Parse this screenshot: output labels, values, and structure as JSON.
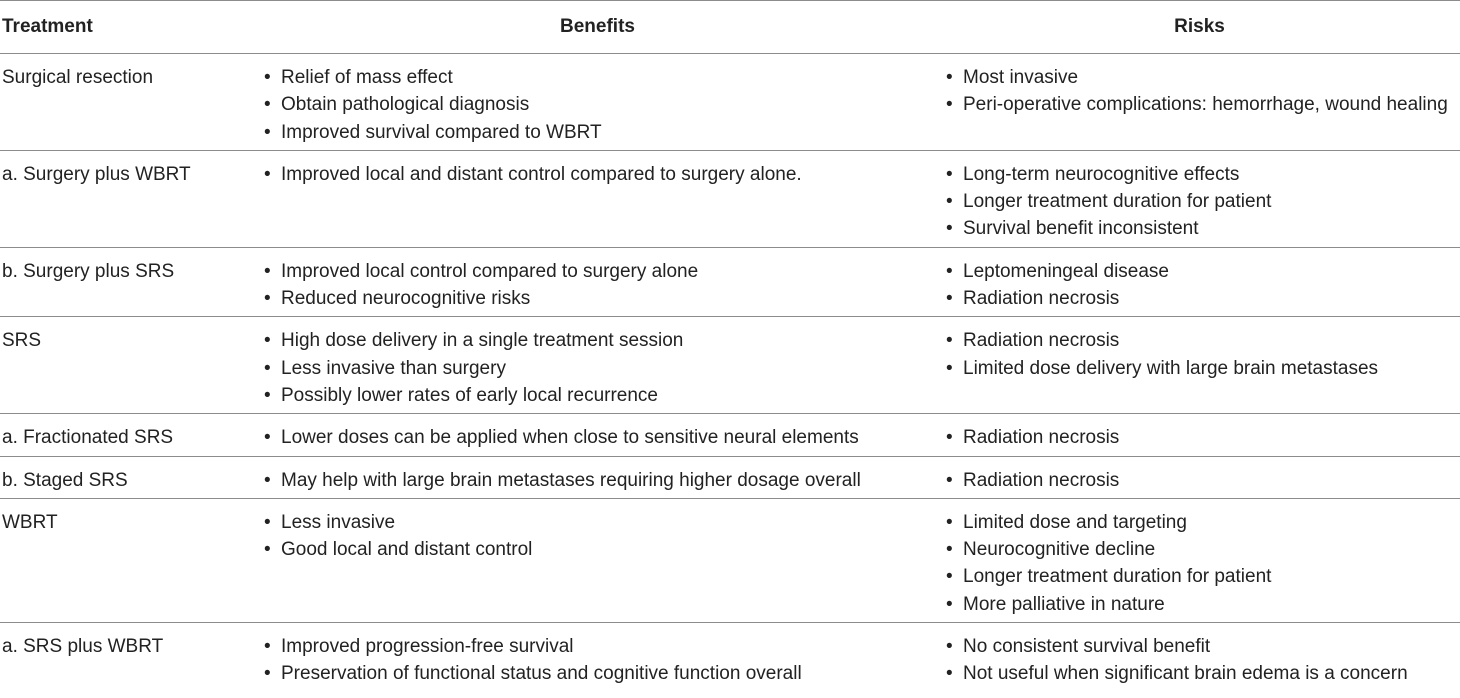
{
  "headers": {
    "treatment": "Treatment",
    "benefits": "Benefits",
    "risks": "Risks"
  },
  "rows": [
    {
      "treatment": "Surgical resection",
      "benefits": [
        "Relief of mass effect",
        "Obtain pathological diagnosis",
        "Improved survival compared to WBRT"
      ],
      "risks": [
        "Most invasive",
        "Peri-operative complications: hemorrhage, wound healing"
      ]
    },
    {
      "treatment": "a. Surgery plus WBRT",
      "benefits": [
        "Improved local and distant control compared to surgery alone."
      ],
      "risks": [
        "Long-term neurocognitive effects",
        "Longer treatment duration for patient",
        "Survival benefit inconsistent"
      ]
    },
    {
      "treatment": "b. Surgery plus SRS",
      "benefits": [
        "Improved local control compared to surgery alone",
        "Reduced neurocognitive risks"
      ],
      "risks": [
        "Leptomeningeal disease",
        "Radiation necrosis"
      ]
    },
    {
      "treatment": "SRS",
      "benefits": [
        "High dose delivery in a single treatment session",
        "Less invasive than surgery",
        "Possibly lower rates of early local recurrence"
      ],
      "risks": [
        "Radiation necrosis",
        "Limited dose delivery with large brain metastases"
      ]
    },
    {
      "treatment": "a. Fractionated SRS",
      "benefits": [
        "Lower doses can be applied when close to sensitive neural elements"
      ],
      "risks": [
        "Radiation necrosis"
      ]
    },
    {
      "treatment": "b. Staged SRS",
      "benefits": [
        "May help with large brain metastases requiring higher dosage overall"
      ],
      "risks": [
        "Radiation necrosis"
      ]
    },
    {
      "treatment": "WBRT",
      "benefits": [
        "Less invasive",
        "Good local and distant control"
      ],
      "risks": [
        "Limited dose and targeting",
        "Neurocognitive decline",
        "Longer treatment duration for patient",
        "More palliative in nature"
      ]
    },
    {
      "treatment": "a. SRS plus WBRT",
      "benefits": [
        "Improved progression-free survival",
        "Preservation of functional status and cognitive function overall"
      ],
      "risks": [
        "No consistent survival benefit",
        "Not useful when significant brain edema is a concern"
      ]
    }
  ]
}
